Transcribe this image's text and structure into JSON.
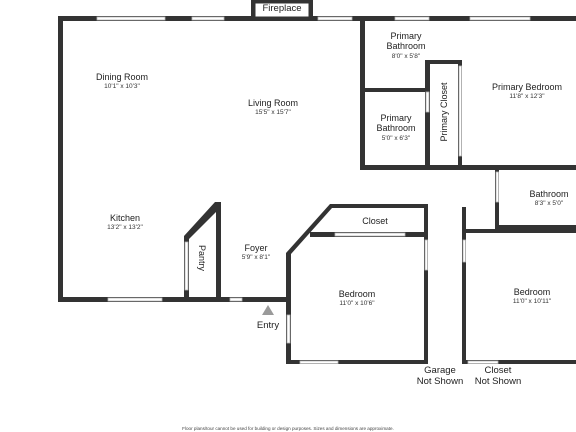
{
  "rooms": {
    "dining_room": {
      "name": "Dining Room",
      "dims": "10'1\" x 10'3\""
    },
    "living_room": {
      "name": "Living Room",
      "dims": "15'5\" x 15'7\""
    },
    "kitchen": {
      "name": "Kitchen",
      "dims": "13'2\" x 13'2\""
    },
    "foyer": {
      "name": "Foyer",
      "dims": "5'9\" x 8'1\""
    },
    "pantry": {
      "name": "Pantry"
    },
    "primary_bathroom_top": {
      "name_line1": "Primary",
      "name_line2": "Bathroom",
      "dims": "8'0\" x 5'8\""
    },
    "primary_bathroom_small": {
      "name_line1": "Primary",
      "name_line2": "Bathroom",
      "dims": "5'0\" x 6'3\""
    },
    "primary_closet": {
      "name": "Primary Closet"
    },
    "primary_bedroom": {
      "name": "Primary Bedroom",
      "dims": "11'8\" x 12'3\""
    },
    "bathroom": {
      "name": "Bathroom",
      "dims": "8'3\" x 5'0\""
    },
    "closet_upper": {
      "name": "Closet"
    },
    "bedroom_left": {
      "name": "Bedroom",
      "dims": "11'0\" x 10'6\""
    },
    "bedroom_right": {
      "name": "Bedroom",
      "dims": "11'0\" x 10'11\""
    }
  },
  "labels": {
    "fireplace": "Fireplace",
    "entry": "Entry",
    "garage_line1": "Garage",
    "garage_line2": "Not Shown",
    "closet_ns_line1": "Closet",
    "closet_ns_line2": "Not Shown"
  },
  "disclaimer": "Floor plans/tour cannot be used for building or design purposes. Sizes and dimensions are approximate.",
  "colors": {
    "wall": "#333333",
    "window": "#b8b8b8",
    "background": "#ffffff"
  }
}
